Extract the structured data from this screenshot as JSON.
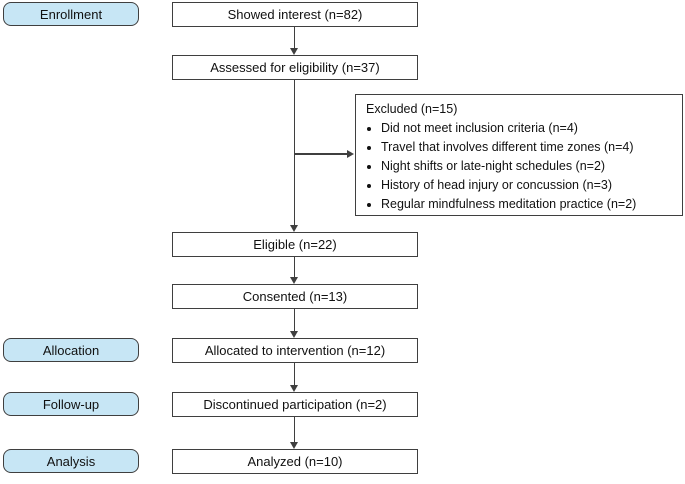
{
  "colors": {
    "stage_fill": "#c7e6f5",
    "stage_border": "#3f3f3f",
    "box_border": "#3f3f3f",
    "arrow": "#3f3f3f",
    "text": "#111111",
    "background": "#ffffff"
  },
  "stages": [
    {
      "id": "enrollment",
      "label": "Enrollment"
    },
    {
      "id": "allocation",
      "label": "Allocation"
    },
    {
      "id": "follow-up",
      "label": "Follow-up"
    },
    {
      "id": "analysis",
      "label": "Analysis"
    }
  ],
  "flow": [
    {
      "id": "showed-interest",
      "label": "Showed interest (n=82)",
      "n": 82
    },
    {
      "id": "assessed",
      "label": "Assessed for eligibility (n=37)",
      "n": 37
    },
    {
      "id": "eligible",
      "label": "Eligible (n=22)",
      "n": 22
    },
    {
      "id": "consented",
      "label": "Consented (n=13)",
      "n": 13
    },
    {
      "id": "allocated",
      "label": "Allocated to intervention (n=12)",
      "n": 12
    },
    {
      "id": "discontinued",
      "label": "Discontinued participation (n=2)",
      "n": 2
    },
    {
      "id": "analyzed",
      "label": "Analyzed (n=10)",
      "n": 10
    }
  ],
  "excluded": {
    "title": "Excluded (n=15)",
    "n": 15,
    "reasons": [
      "Did not meet inclusion criteria (n=4)",
      "Travel that involves different time zones (n=4)",
      "Night shifts or late-night schedules (n=2)",
      "History of head injury or concussion (n=3)",
      "Regular mindfulness meditation practice (n=2)"
    ]
  }
}
